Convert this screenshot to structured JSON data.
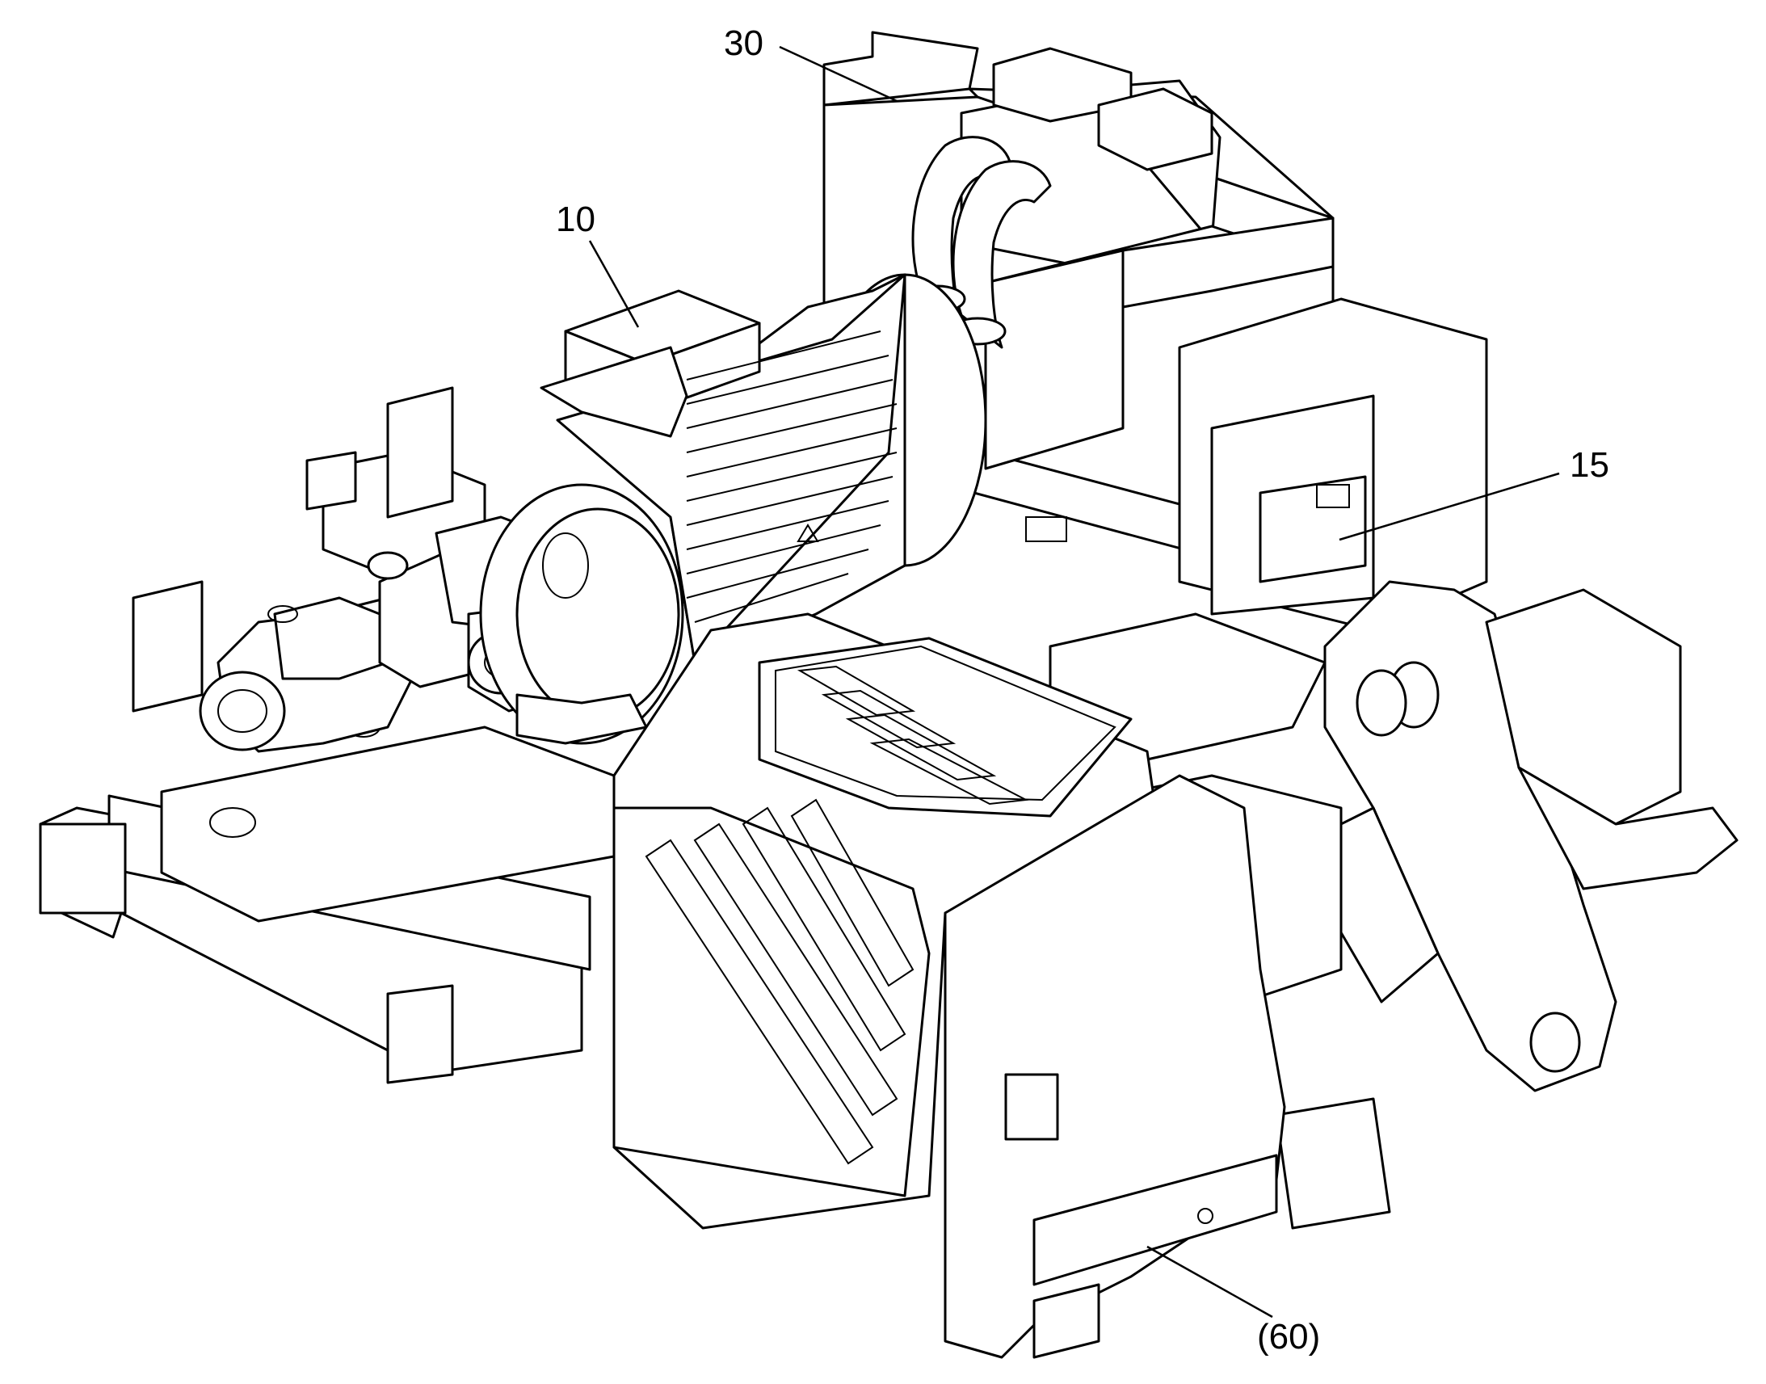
{
  "figure": {
    "callouts": [
      {
        "id": "callout-30",
        "text": "30"
      },
      {
        "id": "callout-10",
        "text": "10"
      },
      {
        "id": "callout-15",
        "text": "15"
      },
      {
        "id": "callout-60",
        "text": "(60)"
      }
    ]
  }
}
